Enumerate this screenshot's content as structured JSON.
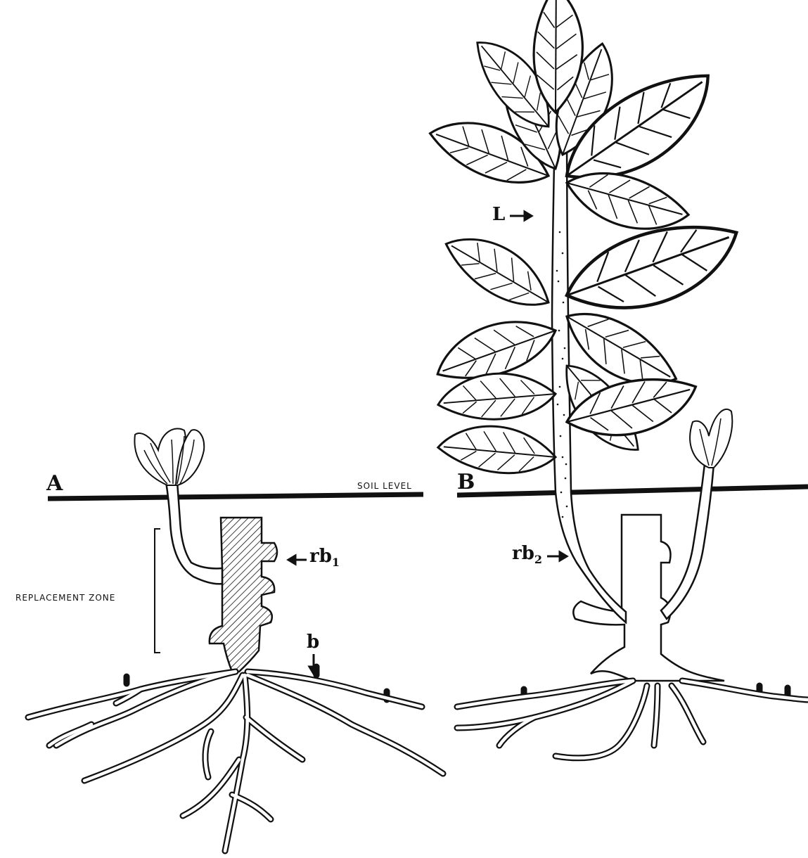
{
  "panels": {
    "a": {
      "letter": "A"
    },
    "b": {
      "letter": "B"
    }
  },
  "labels": {
    "soil_level": "SOIL LEVEL",
    "replacement_zone": "REPLACEMENT ZONE",
    "rb1_main": "rb",
    "rb1_sub": "1",
    "b_label": "b",
    "rb2_main": "rb",
    "rb2_sub": "2",
    "l_label": "L"
  },
  "colors": {
    "ink": "#111111",
    "background": "#ffffff"
  }
}
